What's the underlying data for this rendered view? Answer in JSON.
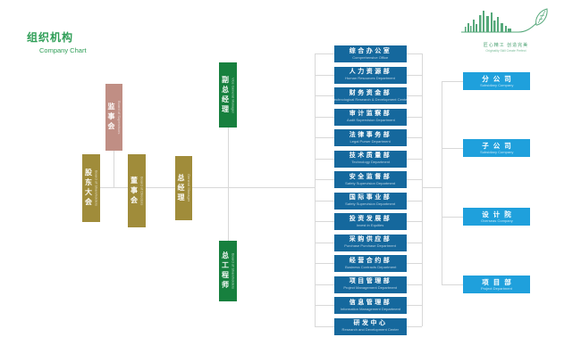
{
  "header": {
    "title_cn": "组织机构",
    "title_en": "Company Chart"
  },
  "logo": {
    "slogan_cn": "匠心精工 创造完美",
    "slogan_en": "Originality Skill   Create Perfect"
  },
  "colors": {
    "title_green": "#2f9e57",
    "logo_green": "#55a87a",
    "governance_olive": "#a08c3a",
    "supervisors_pink": "#c08e84",
    "deputy_green": "#17803e",
    "department_blue": "#15689d",
    "affiliate_cyan": "#1fa0dc",
    "connector_gray": "#d8d8d8"
  },
  "governance": [
    {
      "cn": "股东大会",
      "en": "Board of Shareholders"
    },
    {
      "cn": "监事会",
      "en": "Board of Supervisors"
    },
    {
      "cn": "董事会",
      "en": "Board of Directors"
    },
    {
      "cn": "总经理",
      "en": "General Manager"
    },
    {
      "cn": "副总经理",
      "en": "Vice General Manager"
    },
    {
      "cn": "总工程师",
      "en": "Board of Shareholders"
    }
  ],
  "departments": [
    {
      "cn": "综合办公室",
      "en": "Comprehensive Office"
    },
    {
      "cn": "人力资源部",
      "en": "Human Resources Department"
    },
    {
      "cn": "财务资金部",
      "en": "Technological Research & Development Center"
    },
    {
      "cn": "审计监察部",
      "en": "Audit Supervision Department"
    },
    {
      "cn": "法律事务部",
      "en": "Legal Purser Department"
    },
    {
      "cn": "技术质量部",
      "en": "Technology Department"
    },
    {
      "cn": "安全监督部",
      "en": "Safety Supervision Department"
    },
    {
      "cn": "国际事业部",
      "en": "Safety Supervision Department"
    },
    {
      "cn": "投资发展部",
      "en": "Invest in Equities"
    },
    {
      "cn": "采购供应部",
      "en": "Purchase Purchase Department"
    },
    {
      "cn": "经营合约部",
      "en": "Business Contracts Department"
    },
    {
      "cn": "项目管理部",
      "en": "Project Management Department"
    },
    {
      "cn": "信息管理部",
      "en": "Information Management Department"
    },
    {
      "cn": "研发中心",
      "en": "Research and Development Center"
    }
  ],
  "affiliates": [
    {
      "cn": "分公司",
      "en": "Subsidiary Company"
    },
    {
      "cn": "子公司",
      "en": "Subsidiary Company"
    },
    {
      "cn": "设计院",
      "en": "Overseas Company"
    },
    {
      "cn": "项目部",
      "en": "Project Department"
    }
  ]
}
